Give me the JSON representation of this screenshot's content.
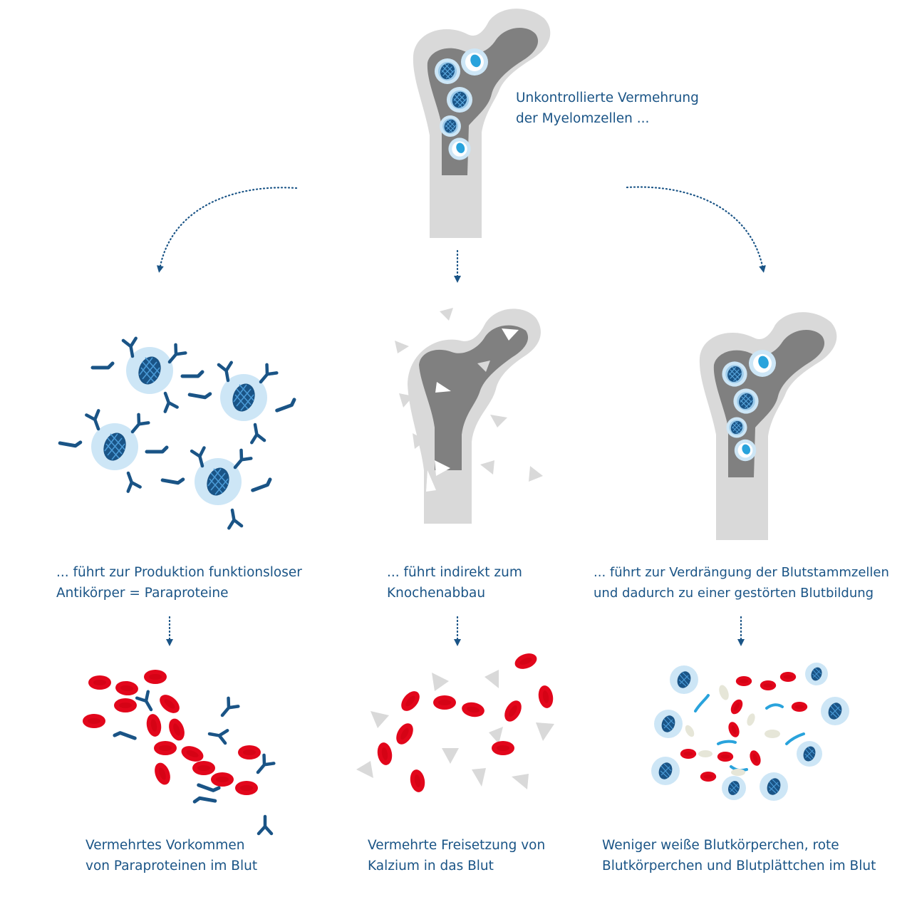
{
  "intro": {
    "line1": "Unkontrollierte Vermehrung",
    "line2": "der Myelomzellen ..."
  },
  "columns": [
    {
      "id": "antibodies",
      "caption_line1": "... führt zur Produktion funktionsloser",
      "caption_line2": "Antikörper = Paraproteine",
      "result_line1": "Vermehrtes Vorkommen",
      "result_line2": "von Paraproteinen im Blut"
    },
    {
      "id": "bone",
      "caption_line1": "... führt indirekt zum",
      "caption_line2": "Knochenabbau",
      "result_line1": "Vermehrte Freisetzung von",
      "result_line2": "Kalzium in das Blut"
    },
    {
      "id": "blood",
      "caption_line1": "... führt zur Verdrängung der Blutstammzellen",
      "caption_line2": "und dadurch zu einer gestörten Blutbildung",
      "result_line1": "Weniger weiße Blutkörperchen, rote",
      "result_line2": "Blutkörperchen und Blutplättchen im Blut"
    }
  ],
  "colors": {
    "navy": "#1a5486",
    "cell_light": "#cde6f6",
    "cell_bright": "#29a3dc",
    "bone_outer": "#d4d4d4",
    "bone_inner": "#808080",
    "red_cell": "#e2061b",
    "platelet": "#e6e6d8",
    "fragment": "#d9d9d9"
  },
  "icons": [
    "femur-bone-icon",
    "myeloma-cell-icon",
    "antibody-icon",
    "red-blood-cell-icon",
    "bone-fragment-icon",
    "white-blood-cell-icon",
    "platelet-icon",
    "arrow-down-icon"
  ]
}
